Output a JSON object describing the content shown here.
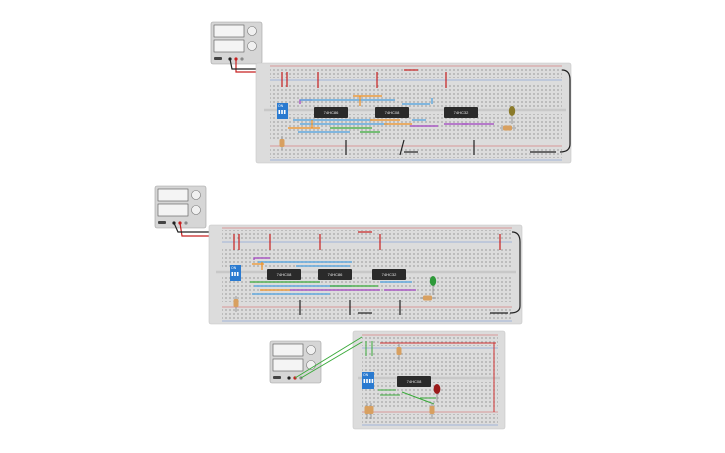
{
  "circuits": [
    {
      "id": "circuit-1",
      "chips": [
        "74HC86",
        "74HC08",
        "74HC32"
      ],
      "dip_label": "ON",
      "led_color": "#8a7a2a"
    },
    {
      "id": "circuit-2",
      "chips": [
        "74HC08",
        "74HC86",
        "74HC32"
      ],
      "dip_label": "ON",
      "led_color": "#2e9a3a"
    },
    {
      "id": "circuit-3",
      "chips": [
        "74HC08"
      ],
      "dip_label": "ON",
      "led_color": "#9a1a1a"
    }
  ],
  "colors": {
    "breadboard": "#dcdcdc",
    "rail_red": "#d03030",
    "rail_blue": "#4a7ad0",
    "chip": "#2a2a2a",
    "dip_switch": "#2a7ad0",
    "wire_black": "#222222",
    "wire_red": "#c82020",
    "wire_blue": "#4aa0e0",
    "wire_orange": "#f09020",
    "wire_green": "#3aaa3a",
    "wire_purple": "#a040c0",
    "wire_gray": "#888888"
  }
}
